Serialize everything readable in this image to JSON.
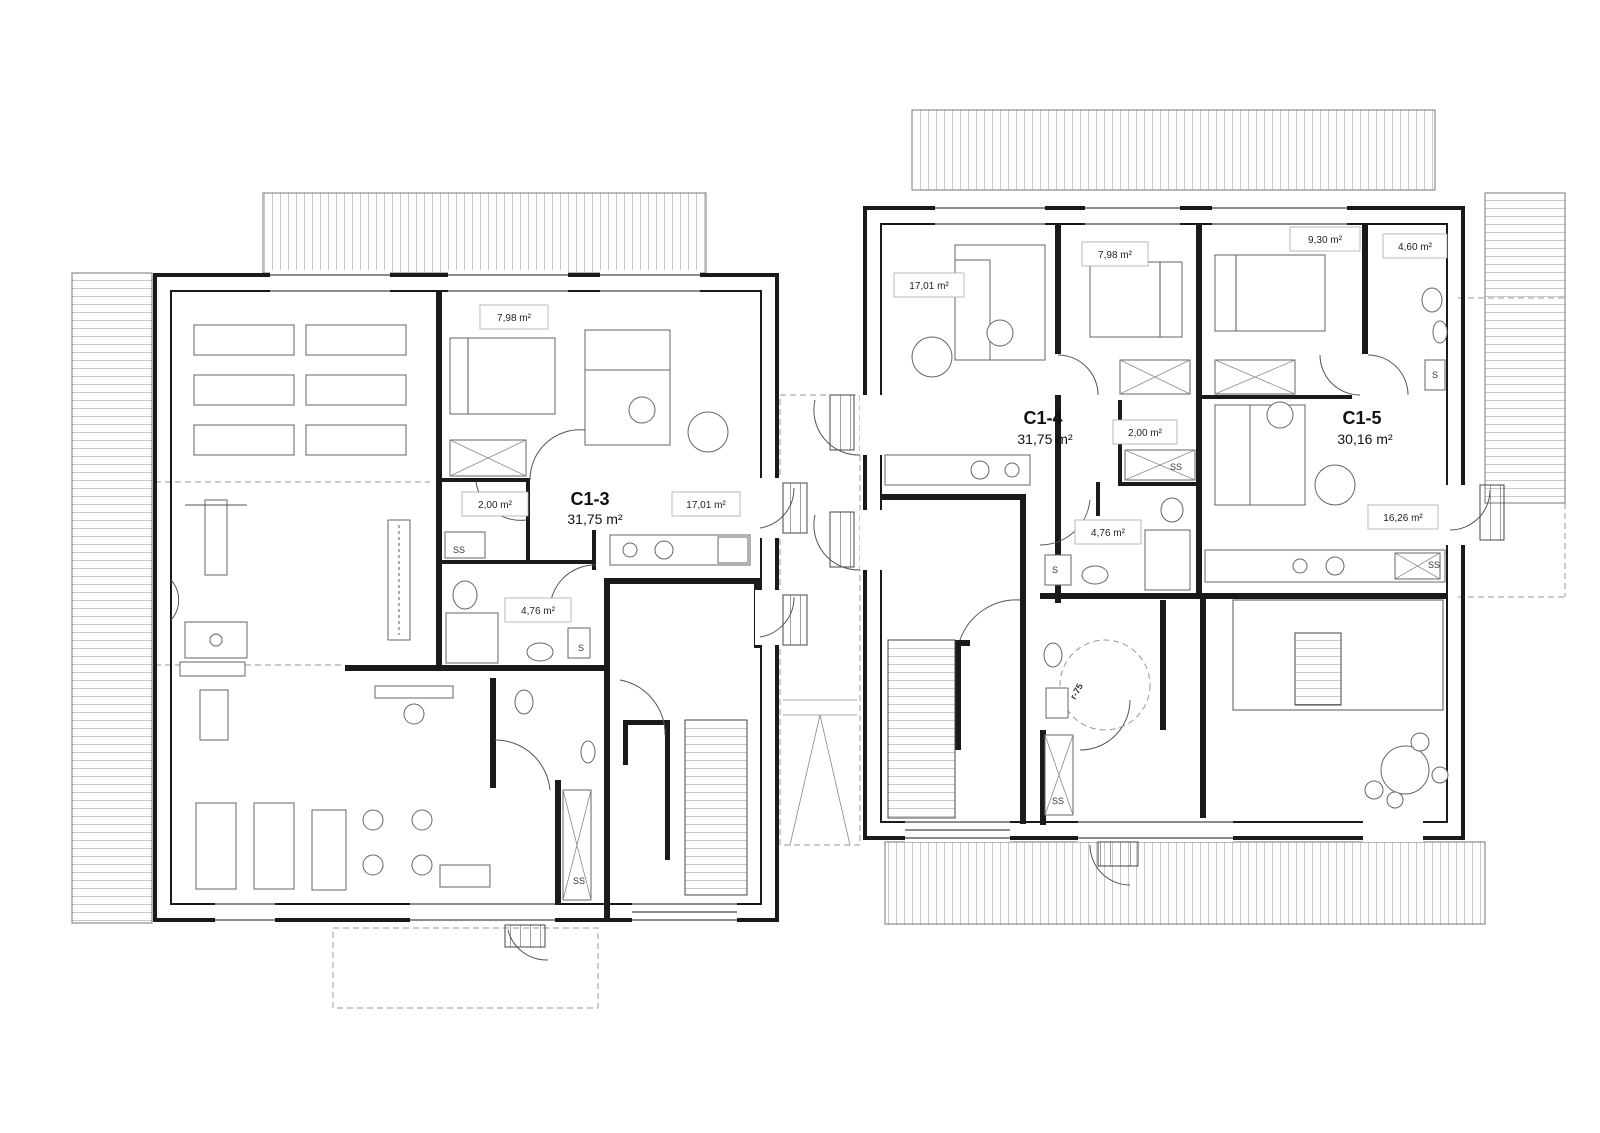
{
  "units": [
    {
      "id": "c1-3",
      "name": "C1-3",
      "area": "31,75 m²"
    },
    {
      "id": "c1-4",
      "name": "C1-4",
      "area": "31,75 m²"
    },
    {
      "id": "c1-5",
      "name": "C1-5",
      "area": "30,16 m²"
    }
  ],
  "rooms": {
    "c13_bedroom": "7,98 m²",
    "c13_living": "17,01 m²",
    "c13_hall": "2,00 m²",
    "c13_bath": "4,76 m²",
    "c14_living": "17,01 m²",
    "c14_bedroom": "7,98 m²",
    "c14_hall": "2,00 m²",
    "c14_bath": "4,76 m²",
    "c15_bedroom": "9,30 m²",
    "c15_bath": "4,60 m²",
    "c15_living": "16,26 m²"
  },
  "marks": {
    "ss": "SS",
    "s": "S",
    "radius": "r-75"
  }
}
